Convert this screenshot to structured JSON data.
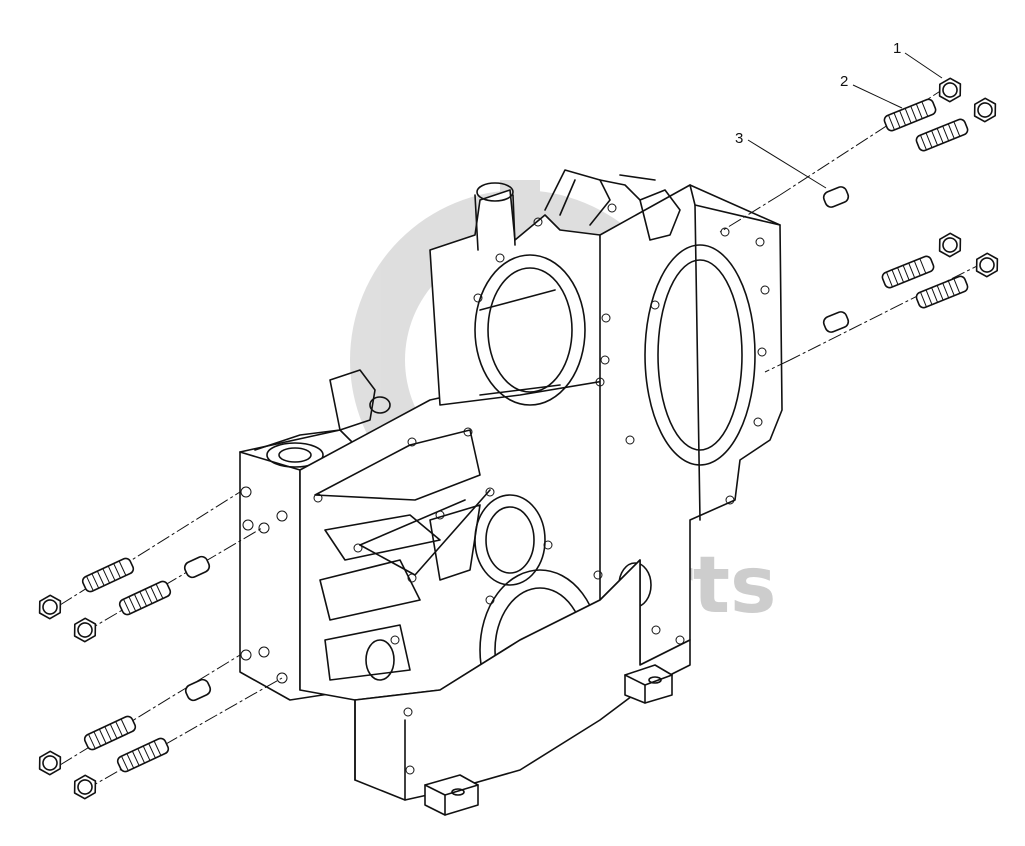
{
  "diagram": {
    "callouts": [
      {
        "id": "1",
        "label": "1"
      },
      {
        "id": "2",
        "label": "2"
      },
      {
        "id": "3",
        "label": "3"
      }
    ]
  },
  "watermark": {
    "text": "data-parts",
    "color": "#bdbdbd"
  },
  "colors": {
    "line": "#111111",
    "background": "#ffffff"
  }
}
